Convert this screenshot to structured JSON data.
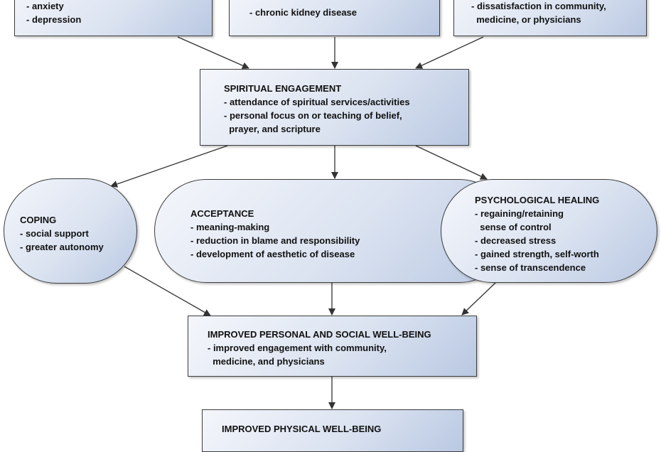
{
  "nodes": {
    "top_left": {
      "items": [
        "- anxiety",
        "- depression"
      ]
    },
    "top_center": {
      "items": [
        "- chronic kidney disease"
      ]
    },
    "top_right": {
      "items": [
        "- dissatisfaction in community,",
        "  medicine, or physicians"
      ]
    },
    "spiritual": {
      "title": "SPIRITUAL ENGAGEMENT",
      "items": [
        "- attendance of spiritual services/activities",
        "- personal focus on or teaching of belief,",
        "  prayer, and scripture"
      ]
    },
    "coping": {
      "title": "COPING",
      "items": [
        "- social support",
        "- greater autonomy"
      ]
    },
    "acceptance": {
      "title": "ACCEPTANCE",
      "items": [
        "- meaning-making",
        "- reduction in blame and responsibility",
        "- development of aesthetic of disease"
      ]
    },
    "healing": {
      "title": "PSYCHOLOGICAL HEALING",
      "items": [
        "- regaining/retaining",
        "  sense of control",
        "- decreased stress",
        "- gained strength, self-worth",
        "- sense of transcendence"
      ]
    },
    "personal_social": {
      "title": "IMPROVED PERSONAL AND SOCIAL WELL-BEING",
      "items": [
        "- improved engagement with community,",
        "  medicine, and physicians"
      ]
    },
    "physical": {
      "title": "IMPROVED PHYSICAL WELL-BEING"
    }
  },
  "colors": {
    "border": "#3d3d3d",
    "arrow": "#333333"
  }
}
